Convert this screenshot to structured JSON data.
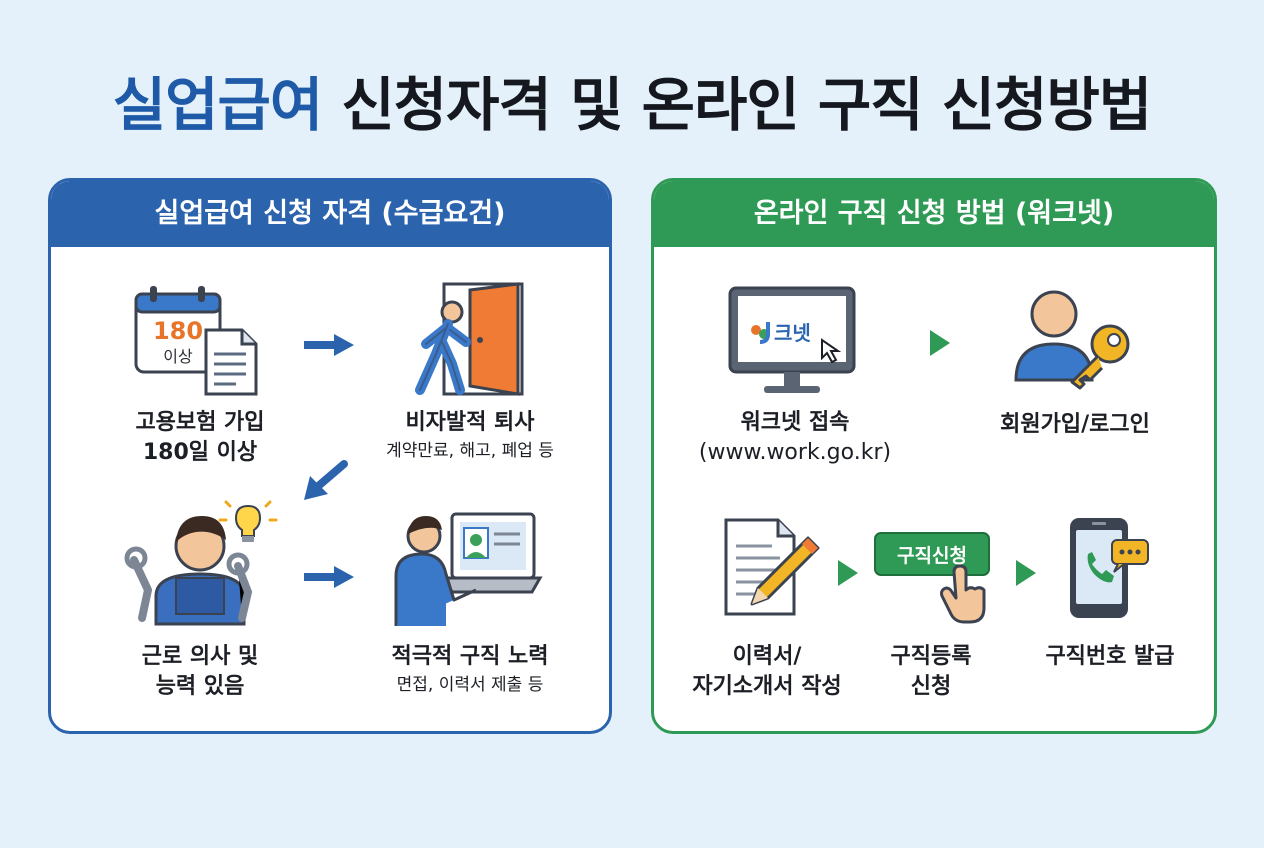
{
  "title": {
    "accent": "실업급여",
    "rest": "신청자격 및 온라인 구직 신청방법"
  },
  "left_panel": {
    "header": "실업급여 신청 자격 (수급요건)",
    "steps": [
      {
        "icon": "calendar-document-icon",
        "badge_number": "180",
        "badge_unit": "이상",
        "line1": "고용보험 가입",
        "line2": "180일 이상"
      },
      {
        "icon": "person-exit-door-icon",
        "line1": "비자발적 퇴사",
        "sub": "계약만료, 해고, 폐업 등"
      },
      {
        "icon": "worker-tools-icon",
        "line1": "근로 의사 및",
        "line2": "능력 있음"
      },
      {
        "icon": "person-laptop-icon",
        "line1": "적극적 구직 노력",
        "sub": "면접, 이력서 제출 등"
      }
    ]
  },
  "right_panel": {
    "header": "온라인 구직 신청 방법 (워크넷)",
    "steps": [
      {
        "icon": "monitor-worknet-icon",
        "screen_text": "크넷",
        "line1": "워크넷 접속",
        "line2": "(www.work.go.kr)"
      },
      {
        "icon": "user-key-icon",
        "line1": "회원가입/로그인"
      },
      {
        "icon": "resume-pencil-icon",
        "line1": "이력서/",
        "line2": "자기소개서 작성"
      },
      {
        "icon": "apply-button-click-icon",
        "button_text": "구직신청",
        "line1": "구직등록",
        "line2": "신청"
      },
      {
        "icon": "smartphone-message-icon",
        "line1": "구직번호 발급"
      }
    ]
  },
  "colors": {
    "blue": "#2b63ad",
    "green": "#2f9a55",
    "title_accent": "#1f5aa8",
    "background": "#e4f1fa"
  }
}
